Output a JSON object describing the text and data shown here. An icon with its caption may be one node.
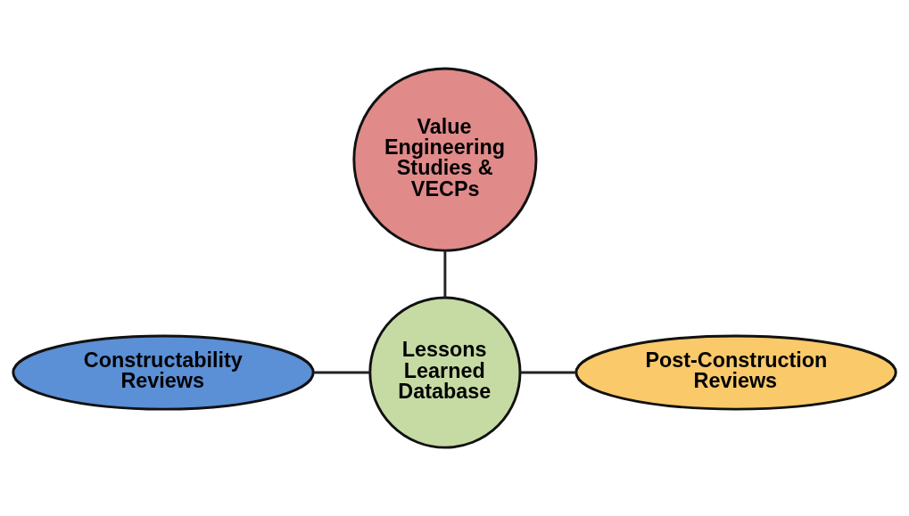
{
  "diagram": {
    "nodes": [
      {
        "text": [
          "Value Engineering Studies & VECPs"
        ]
      },
      {
        "text": [
          "Lessons Learned Database"
        ]
      },
      {
        "text": [
          "Constructability Reviews"
        ]
      },
      {
        "text": [
          "Post-Construction Reviews"
        ]
      }
    ],
    "edges": [
      {
        "from": 0,
        "to": 1,
        "arrow": "none"
      },
      {
        "from": 1,
        "to": 2,
        "arrow": "none"
      },
      {
        "from": 1,
        "to": 3,
        "arrow": "none"
      }
    ]
  }
}
